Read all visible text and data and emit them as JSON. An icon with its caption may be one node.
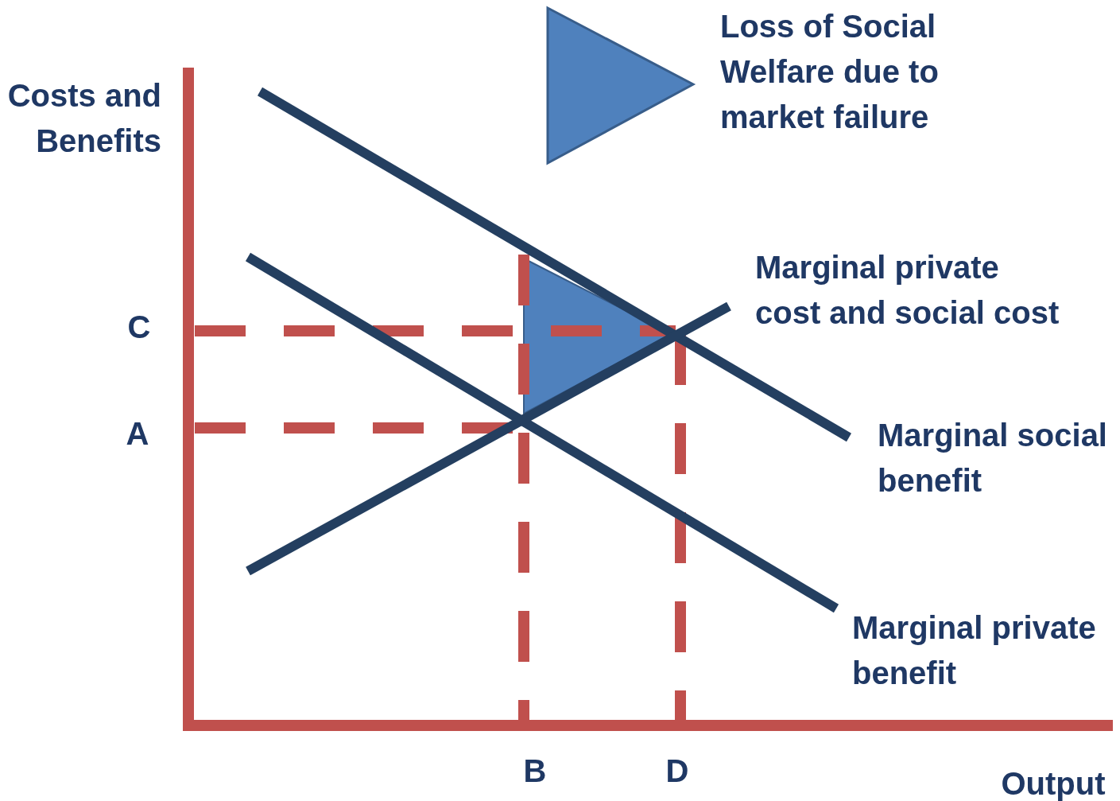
{
  "diagram": {
    "labels": [
      "Costs and Benefits",
      "Marginal private cost and social cost",
      "C",
      "Marginal social benefit",
      "A",
      "Marginal private benefit",
      "B",
      "D",
      "Output"
    ],
    "legend": [
      {
        "text": "Loss of Social Welfare due to market failure"
      }
    ]
  }
}
